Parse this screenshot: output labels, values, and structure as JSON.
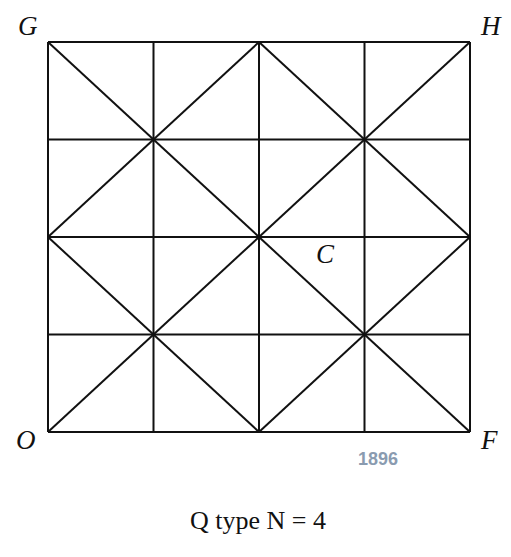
{
  "diagram": {
    "caption": "Q type N = 4",
    "labels": [
      "G",
      "H",
      "O",
      "F",
      "C",
      "1896"
    ]
  }
}
